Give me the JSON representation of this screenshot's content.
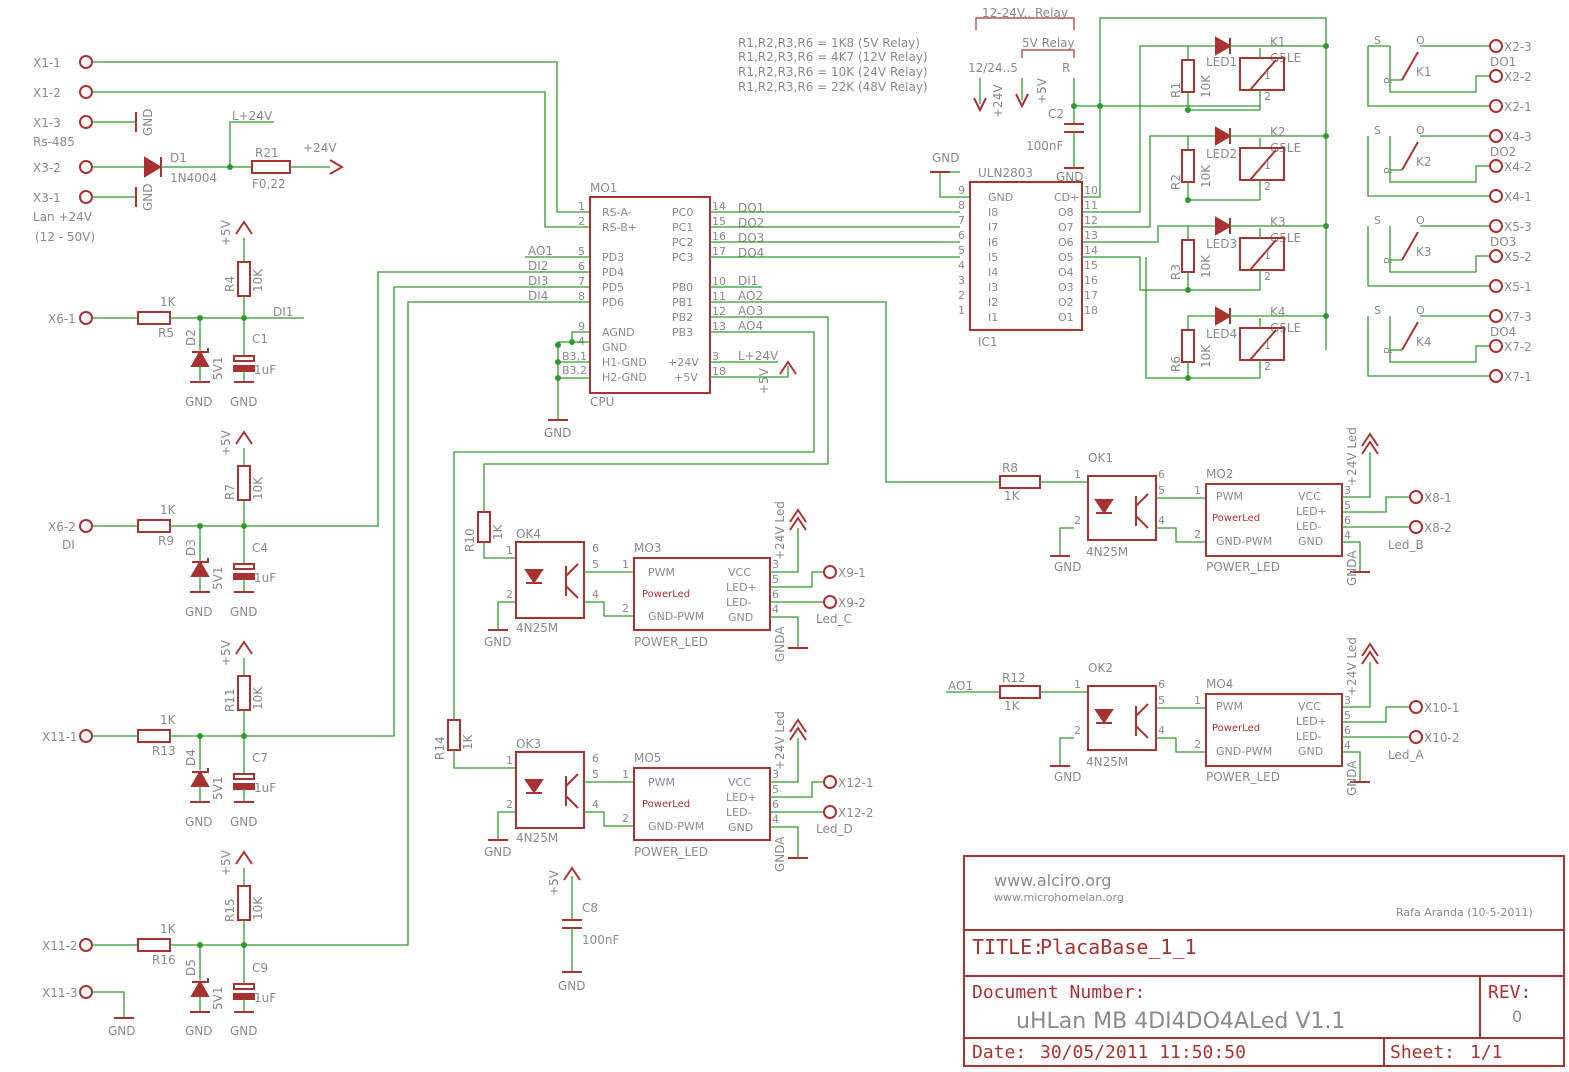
{
  "title_block": {
    "site_main": "www.alciro.org",
    "site_sub": "www.microhomelan.org",
    "author": "Rafa Aranda (10-5-2011)",
    "title_label": "TITLE:",
    "title_value": "PlacaBase_1_1",
    "docnum_label": "Document Number:",
    "docnum_value": "uHLan MB 4DI4DO4ALed V1.1",
    "rev_label": "REV:",
    "rev_value": "0",
    "date_label": "Date:",
    "date_value": "30/05/2011 11:50:50",
    "sheet_label": "Sheet:",
    "sheet_value": "1/1"
  },
  "notes": {
    "relay_lines": [
      "R1,R2,R3,R6 = 1K8 (5V Relay)",
      "R1,R2,R3,R6 = 4K7 (12V Relay)",
      "R1,R2,R3,R6 = 10K (24V Relay)",
      "R1,R2,R3,R6 = 22K (48V Relay)"
    ],
    "relay_12_24": "12-24V.. Relay",
    "relay_5v": "5V Relay",
    "jumper_a": "12/24..5",
    "jumper_b": "R",
    "rs485": "Rs-485",
    "lan": "Lan +24V",
    "lan_range": "(12 - 50V)"
  },
  "texts": {
    "x1_1": "X1-1",
    "x1_2": "X1-2",
    "x1_3": "X1-3",
    "x3_2": "X3-2",
    "x3_1": "X3-1",
    "x6_1": "X6-1",
    "x6_2": "X6-2",
    "x11_1": "X11-1",
    "x11_2": "X11-2",
    "x11_3": "X11-3",
    "x2_3": "X2-3",
    "x2_2": "X2-2",
    "x2_1": "X2-1",
    "x4_3": "X4-3",
    "x4_2": "X4-2",
    "x4_1": "X4-1",
    "x5_3": "X5-3",
    "x5_2": "X5-2",
    "x5_1": "X5-1",
    "x7_3": "X7-3",
    "x7_2": "X7-2",
    "x7_1": "X7-1",
    "x8_1": "X8-1",
    "x8_2": "X8-2",
    "x9_1": "X9-1",
    "x9_2": "X9-2",
    "x10_1": "X10-1",
    "x10_2": "X10-2",
    "x12_1": "X12-1",
    "x12_2": "X12-2",
    "gnd": "GND",
    "gnda": "GNDA",
    "p5v": "+5V",
    "p24v": "+24V",
    "p24vled": "+24V Led",
    "l24v": "L+24V",
    "di": "DI",
    "di1": "DI1",
    "d1": "D1",
    "d1v": "1N4004",
    "r21": "R21",
    "r21v": "F0,22",
    "r5": "R5",
    "r9": "R9",
    "r13": "R13",
    "r16": "R16",
    "r1k": "1K",
    "r10k": "10K",
    "r4": "R4",
    "r7": "R7",
    "r11": "R11",
    "r15": "R15",
    "d2": "D2",
    "d3": "D3",
    "d4": "D4",
    "d5": "D5",
    "z5v1": "5V1",
    "c1": "C1",
    "c4": "C4",
    "c7": "C7",
    "c9": "C9",
    "c1uf": "1uF",
    "c2": "C2",
    "c2v": "100nF",
    "c8": "C8",
    "c8v": "100nF",
    "mo1": "MO1",
    "cpu": "CPU",
    "rsa": "RS-A-",
    "rsb": "RS-B+",
    "pd3": "PD3",
    "pd4": "PD4",
    "pd5": "PD5",
    "pd6": "PD6",
    "agnd": "AGND",
    "gndp": "GND",
    "h1gnd": "H1-GND",
    "h2gnd": "H2-GND",
    "pc0": "PC0",
    "pc1": "PC1",
    "pc2": "PC2",
    "pc3": "PC3",
    "pb0": "PB0",
    "pb1": "PB1",
    "pb2": "PB2",
    "pb3": "PB3",
    "p24": "+24V",
    "p5": "+5V",
    "do1": "DO1",
    "do2": "DO2",
    "do3": "DO3",
    "do4": "DO4",
    "ao1": "AO1",
    "ao2": "AO2",
    "ao3": "AO3",
    "ao4": "AO4",
    "di2": "DI2",
    "di3": "DI3",
    "di4": "DI4",
    "b31": "B3,1",
    "b32": "B3,2",
    "ic1": "IC1",
    "uln": "ULN2803",
    "gndic": "GND",
    "cdp": "CD+",
    "i8": "I8",
    "i7": "I7",
    "i6": "I6",
    "i5": "I5",
    "i4": "I4",
    "i3": "I3",
    "i2": "I2",
    "i1": "I1",
    "o8": "O8",
    "o7": "O7",
    "o6": "O6",
    "o5": "O5",
    "o4": "O4",
    "o3": "O3",
    "o2": "O2",
    "o1": "O1",
    "k1": "K1",
    "k2": "K2",
    "k3": "K3",
    "k4": "K4",
    "g5le": "G5LE",
    "led1": "LED1",
    "led2": "LED2",
    "led3": "LED3",
    "led4": "LED4",
    "r1": "R1",
    "r2": "R2",
    "r3": "R3",
    "r6": "R6",
    "do1s": "DO1",
    "do2s": "DO2",
    "do3s": "DO3",
    "do4s": "DO4",
    "s": "S",
    "o": "O",
    "p": "P",
    "ok1": "OK1",
    "ok2": "OK2",
    "ok3": "OK3",
    "ok4": "OK4",
    "n25": "4N25M",
    "mo2": "MO2",
    "mo3": "MO3",
    "mo4": "MO4",
    "mo5": "MO5",
    "pwm": "PWM",
    "powerled": "PowerLed",
    "gndpwm": "GND-PWM",
    "power_led": "POWER_LED",
    "vcc": "VCC",
    "ledp": "LED+",
    "ledm": "LED-",
    "gndm": "GND",
    "r8": "R8",
    "r12": "R12",
    "r10": "R10",
    "r14": "R14",
    "led_a": "Led_A",
    "led_b": "Led_B",
    "led_c": "Led_C",
    "led_d": "Led_D",
    "n1": "1",
    "n2": "2",
    "n3": "3",
    "n4": "4",
    "n5": "5",
    "n6": "6",
    "n7": "7",
    "n8": "8",
    "n9": "9",
    "n10": "10",
    "n11": "11",
    "n12": "12",
    "n13": "13",
    "n14": "14",
    "n15": "15",
    "n16": "16",
    "n17": "17",
    "n18": "18"
  }
}
